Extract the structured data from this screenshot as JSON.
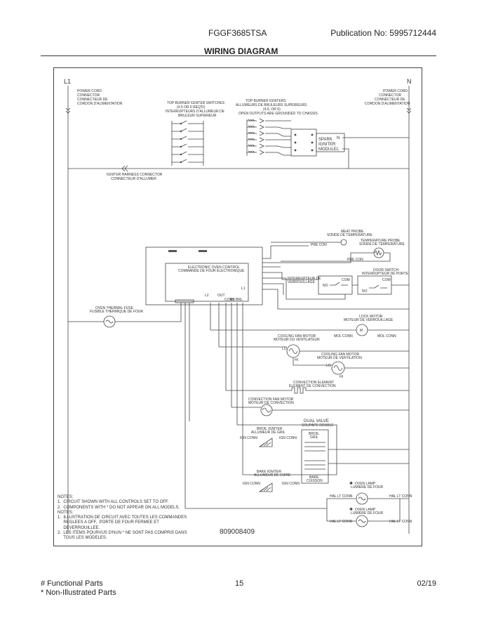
{
  "header": {
    "model": "FGGF3685TSA",
    "publication": "Publication No:  5995712444",
    "title": "WIRING DIAGRAM"
  },
  "diagram": {
    "line_l1": "L1",
    "line_n": "N",
    "power_cord_left": [
      "POWER CORD",
      "CONNECTOR",
      "CONNECTEUR DE",
      "CORDON D'ALIMENTATION"
    ],
    "power_cord_right": [
      "POWER CORD",
      "CONNECTOR",
      "CONNECTEUR DE",
      "CORDON D'ALIMENTATION"
    ],
    "top_burner_switches": [
      "TOP BURNER IGNITER SWITCHES",
      "(4,5 OR 6 REQ'D)",
      "INTERRUPTEURS D'ALLUMEUR DE",
      "BRULEUR SUPERIEUR"
    ],
    "top_burner_igniters": [
      "TOP BURNER IGNITERS",
      "ALLUMEURS DE BRULEURS SUPERIEURS",
      "(4,5, OR 6)",
      "OPEN OUTPUTS ARE GROUNDED TO CHASSIS"
    ],
    "spark_module": [
      "SPARK",
      "IGNITER",
      "MODULE"
    ],
    "module_n": "N",
    "module_l": "L",
    "igniter_harness": [
      "IGNITER HARNESS CONNECTOR",
      "CONNECTEUR D'ALLUMER"
    ],
    "meat_probe": [
      "MEAT PROBE",
      "SONDE DE TEMPERATURE"
    ],
    "pre_con": "PRE CON",
    "temp_probe": [
      "TEMPERATURE PROBE",
      "SONDE DE TEMPERATURE"
    ],
    "door_switch": [
      "DOOR SWITCH",
      "INTERRUPTEUR DE PORTE"
    ],
    "lock_switch": [
      "INTERRUPTEUR DE",
      "VERROUILLAGE"
    ],
    "no": "NO",
    "com": "COM",
    "control": [
      "ELECTRONIC OVEN CONTROL",
      "COMMANDE DE FOUR ELECTRONIQUE"
    ],
    "thermal_fuse": [
      "OVEN THERMAL FUSE",
      "FUSIBLE THERMIQUE DE FOUR"
    ],
    "lock_motor": [
      "LOCK MOTOR",
      "MOTEUR DE VERROUILLAGE"
    ],
    "mol_conn": "MOL CONN",
    "cooling_fan_1": [
      "COOLING FAN MOTOR",
      "MOTEUR DU VENTILATEUR"
    ],
    "cooling_fan_2": [
      "COOLING FAN MOTOR",
      "MOTEUR DE VENTILATION"
    ],
    "lo": "LO",
    "hi": "HI",
    "convection_element": [
      "CONVECTION ELEMENT",
      "ELEMENT DE CONVECTION"
    ],
    "convection_fan": [
      "CONVECTION FAN MOTOR",
      "MOTEUR DE CONVECTION"
    ],
    "dual_valve": [
      "DUAL VALVE",
      "SOUPAPE DOUBLE"
    ],
    "broil_igniter": [
      "BROIL IGNITER",
      "ALLUMEUR DE GRIL"
    ],
    "bake_igniter": [
      "BAKE IGNITER",
      "ALLUMEUR DE CUIRE"
    ],
    "broil": [
      "BROIL",
      "GRIL"
    ],
    "bake": [
      "BAKE",
      "CUISSON"
    ],
    "ign_conn": "IGN CONN",
    "oven_lamp": [
      "OVEN LAMP",
      "LUMIERE DE FOUR"
    ],
    "hal_lt_conn": "HAL LT CONN",
    "ctrl_pins": [
      "L2",
      "OUT",
      "CONV",
      "BK",
      "BRL",
      "L1"
    ],
    "notes": "NOTES:\n1.  CIRCUIT SHOWN WITH ALL CONTROLS SET TO OFF.\n2.  COMPONENTS WITH * DO NOT APPEAR ON ALL MODELS.\nNOTES:\n1.  ILLUSTRATION DE CIRCUIT AVEC TOUTES LES COMMANDES\n     REGLEES A OFF,  PORTE DE FOUR FERMEE ET\n     DEVERROUILLEE.\n2.  LES ITEMS POURVUS D'NUN * NE SONT PAS COMPRIS DANS\n     TOUS LES MODELES.",
    "part_number": "809008409"
  },
  "footer": {
    "functional": "# Functional Parts",
    "non_illustrated": "* Non-Illustrated Parts",
    "page": "15",
    "date": "02/19"
  }
}
